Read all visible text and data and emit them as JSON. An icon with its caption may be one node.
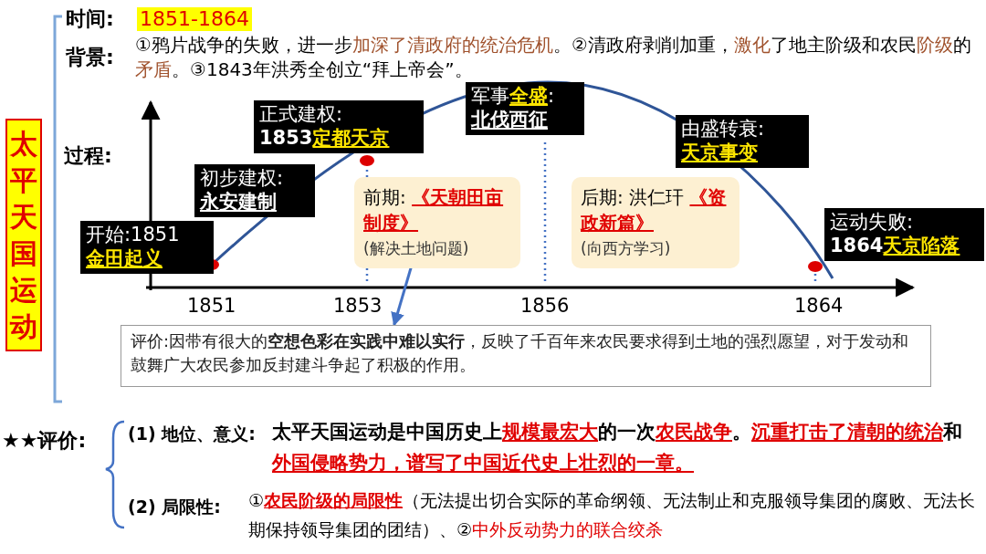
{
  "diagram": {
    "nodes": [
      {
        "text": [
          "太平天国运动"
        ]
      },
      {
        "text": [
          "开始:1851",
          "金田起义"
        ]
      },
      {
        "text": [
          "初步建权:",
          "永安建制"
        ]
      },
      {
        "text": [
          "正式建权:",
          "1853**定都天京**"
        ]
      },
      {
        "text": [
          "军事**全盛**:",
          "北伐西征"
        ]
      },
      {
        "text": [
          "由盛转衰:",
          "天京事变"
        ]
      },
      {
        "text": [
          "运动失败:",
          "1864**天京陷落**"
        ]
      },
      {
        "text": [
          "前期: **《天朝田亩制度》**",
          "(解决土地问题)"
        ]
      },
      {
        "text": [
          "后期: 洪仁玕 **《资政新篇》**",
          "(向西方学习)"
        ]
      },
      {
        "text": [
          "评价:因带有很大的**空想色彩在实践中难以实行**，反映了千百年来农民要求得到土地的强烈愿望，对于发动和鼓舞广大农民参加反封建斗争起了积极的作用。"
        ]
      }
    ],
    "edges": [
      {
        "from": 7,
        "to": 9,
        "arrow": "to"
      }
    ],
    "labels": [
      "时间:",
      "1851-1864",
      "背景:",
      "①鸦片战争的失败，进一步**加深了清政府的统治危机**。②清政府剥削加重，**激化**了地主阶级和农民**阶级**的**矛盾**。③1843年洪秀全创立“拜上帝会”。",
      "过程:",
      "1851",
      "1853",
      "1856",
      "1864",
      "★★评价:",
      "(1) 地位、意义:",
      "太平天国运动是中国历史上**规模最宏大**的一次**农民战争**。**沉重打击了清朝的统治**和**外国侵略势力，谱写了中国近代史上壮烈的一章。**",
      "(2) 局限性:",
      "①**农民阶级的局限性**（无法提出切合实际的革命纲领、无法制止和克服领导集团的腐败、无法长期保持领导集团的团结）、②**中外反动势力的联合绞杀**"
    ]
  }
}
